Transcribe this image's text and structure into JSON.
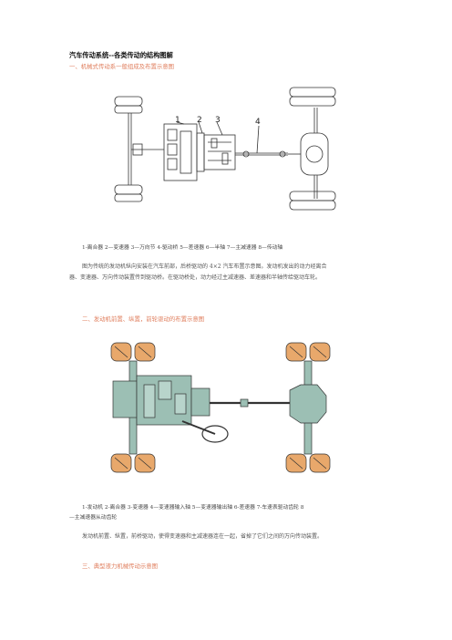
{
  "title": "汽车传动系统--各类传动的结构图解",
  "section1": {
    "heading": "一、机械式传动系一般组成及布置示意图",
    "labels": [
      "1",
      "2",
      "3",
      "4"
    ]
  },
  "caption1": "1-离合器 2—变速器 3—万向节 4-驱动桥 5—差速器 6—半轴 7—主减速器 8—传动轴",
  "para1_line1": "图为传统的发动机纵向安装在汽车前部，后桥驱动的 4×2 汽车布置示意图。发动机发出的动力经离合",
  "para1_line2": "器、变速器、万向传动装置传到驱动桥。在驱动桥处，动力经过主减速器、差速器和半轴传给驱动车轮。",
  "section2": {
    "heading": "二、发动机前置、纵置，前轮驱动的布置示意图"
  },
  "caption2_line1": "1-发动机 2-离合器 3-变速器 4—变速器输入轴 5—变速器输出轴 6-差速器 7-车速表驱动齿轮 8",
  "caption2_line2": "—主减速器从动齿轮",
  "para2": "发动机前置、纵置，前桥驱动，使得变速器和主减速器连在一起，省掉了它们之间的万向传动装置。",
  "section3": {
    "heading": "三、典型液力机械传动示意图"
  },
  "colors": {
    "section": "#e08060",
    "tire": "#e8a86b",
    "body": "#9cbfb4"
  }
}
